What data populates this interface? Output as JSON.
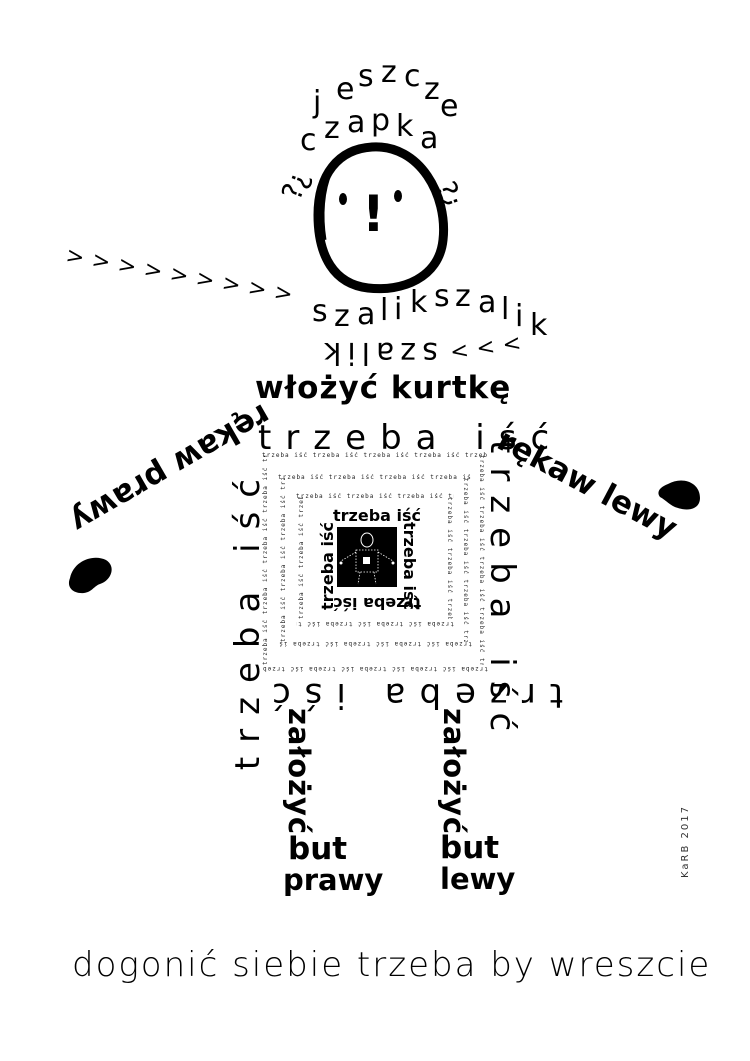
{
  "head": {
    "top_word": "jeszcze",
    "middle_word": "czapka",
    "left_question": "?¿",
    "right_question": "?¿",
    "face_mark": "!"
  },
  "scarf": {
    "chevrons_left": ">>>>>>>>>",
    "word": "szalikszalik",
    "chevrons_right": "<<<",
    "mirrored_word": "szalik"
  },
  "torso": {
    "jacket": "włożyć kurtkę",
    "sleeve_left": "rękaw prawy",
    "sleeve_right": "rękaw lewy",
    "frame_text": "trzeba iść",
    "inner_text": "trzeba iść",
    "inner_ring": "trzeba iść trzeba iść trzeba iść trzeba iść trzeba iść trzeba iść trzeba iść",
    "middle_ring": "trzeba iść trzeba iść trzeba iść trzeba iść trzeba iść trzeba iść trzeba iść trzeba iść",
    "outer_ring": "trzeba iść trzeba iść trzeba iść trzeba iść trzeba iść trzeba iść trzeba iść trzeba iść trzeba iść trzeba iść"
  },
  "legs": {
    "left_verb": "założyć",
    "right_verb": "założyć",
    "left_shoe": "but",
    "right_shoe": "but",
    "left_side": "prawy",
    "right_side": "lewy"
  },
  "signature": "KaRB 2017",
  "caption": "dogonić siebie trzeba by wreszcie"
}
